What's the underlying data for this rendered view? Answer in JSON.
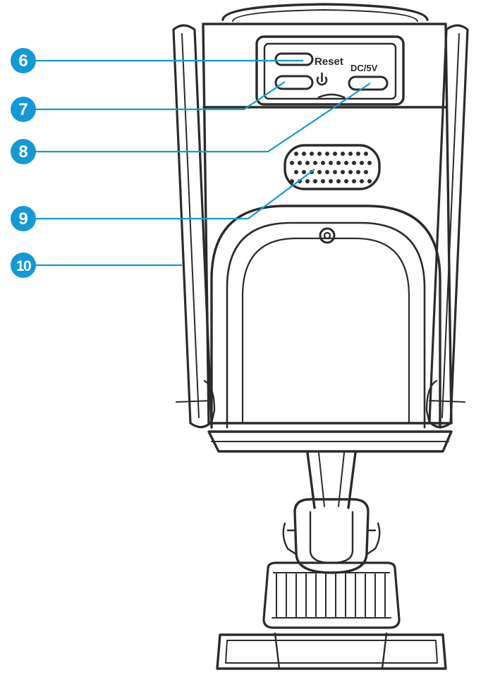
{
  "colors": {
    "callout_blue": "#1499d6",
    "callout_text": "#ffffff",
    "line_art": "#2b2b2b",
    "background": "#ffffff"
  },
  "callouts": [
    {
      "number": "6"
    },
    {
      "number": "7"
    },
    {
      "number": "8"
    },
    {
      "number": "9"
    },
    {
      "number": "10"
    }
  ],
  "device": {
    "reset_label": "Reset",
    "dc_label": "DC/5V",
    "power_icon": "power-icon"
  }
}
